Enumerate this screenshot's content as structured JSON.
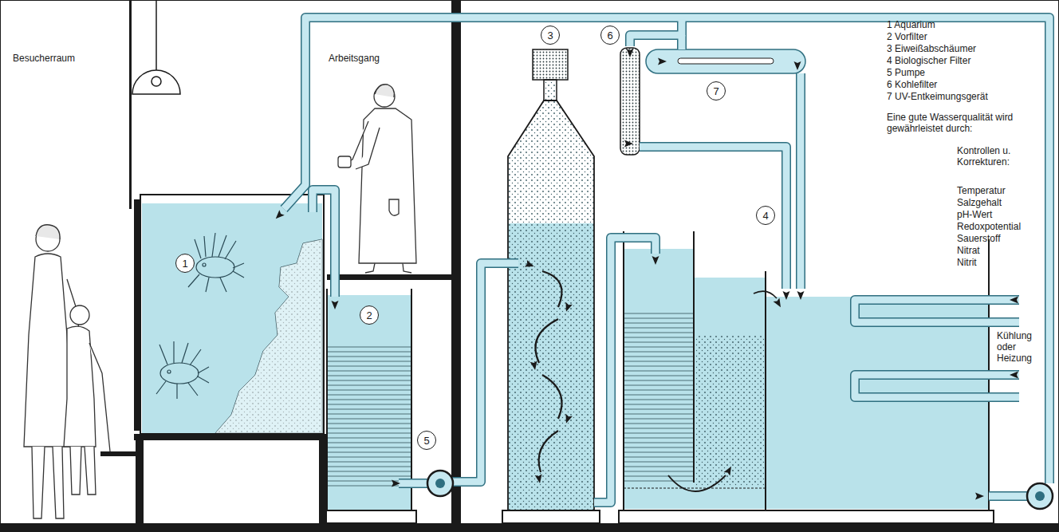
{
  "diagram": {
    "nodes": [
      {
        "text": [
          "1"
        ]
      },
      {
        "text": [
          "2"
        ]
      },
      {
        "text": [
          "3"
        ]
      },
      {
        "text": [
          "4"
        ]
      },
      {
        "text": [
          "5"
        ]
      },
      {
        "text": [
          "6"
        ]
      },
      {
        "text": [
          "7"
        ]
      }
    ],
    "labels": [
      "Besucherraum",
      "Arbeitsgang",
      "1 Aquarium",
      "2 Vorfilter",
      "3 Eiweißabschäumer",
      "4 Biologischer Filter",
      "5 Pumpe",
      "6 Kohlefilter",
      "7 UV-Entkeimungsgerät",
      "Eine gute Wasserqualität wird gewährleistet durch:",
      "Kontrollen u. Korrekturen:",
      "Temperatur",
      "Salzgehalt",
      "pH-Wert",
      "Redoxpotential",
      "Sauerstoff",
      "Nitrat",
      "Nitrit",
      "Kühlung oder Heizung"
    ]
  }
}
